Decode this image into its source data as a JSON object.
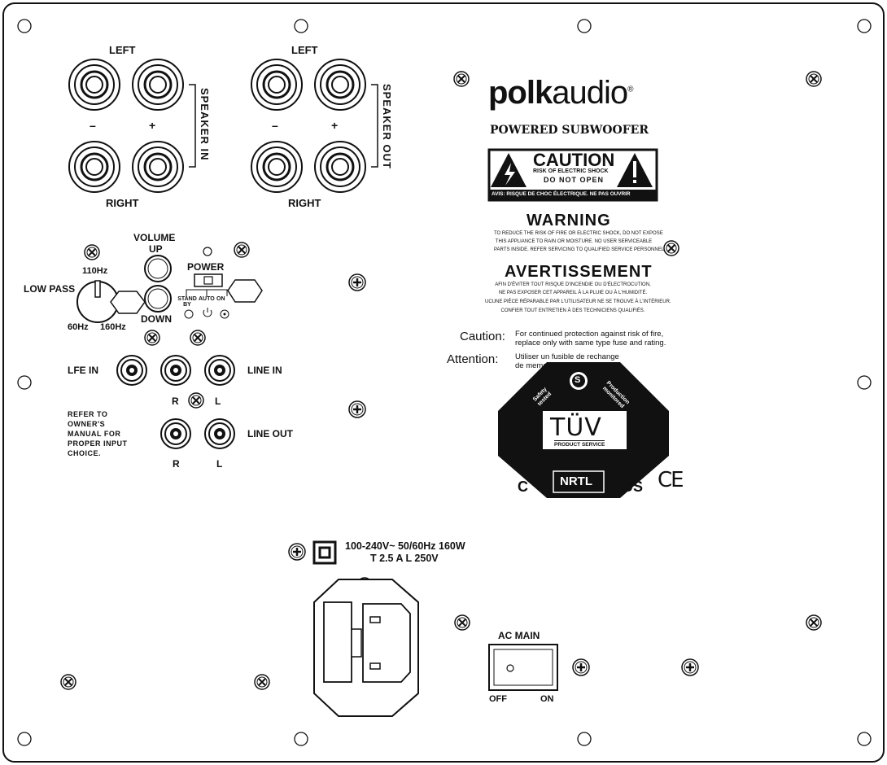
{
  "speaker_in": {
    "left_label": "LEFT",
    "right_label": "RIGHT",
    "minus": "–",
    "plus": "+",
    "side_label": "SPEAKER IN"
  },
  "speaker_out": {
    "left_label": "LEFT",
    "right_label": "RIGHT",
    "minus": "–",
    "plus": "+",
    "side_label": "SPEAKER OUT"
  },
  "brand": {
    "bold": "polk",
    "light": "audio",
    "mark": "®",
    "subtitle": "POWERED SUBWOOFER"
  },
  "caution_label": {
    "title": "CAUTION",
    "line1": "RISK OF ELECTRIC SHOCK",
    "line2": "DO NOT OPEN",
    "footer": "AVIS: RISQUE DE CHOC ÉLECTRIQUE. NE PAS OUVRIR"
  },
  "warning": {
    "title": "WARNING",
    "lines": [
      "TO REDUCE THE RISK OF FIRE OR ELECTRIC SHOCK, DO NOT EXPOSE",
      "THIS APPLIANCE TO RAIN OR MOISTURE. NO USER SERVICEABLE",
      "PARTS INSIDE. REFER SERVICING TO QUALIFIED SERVICE PERSONNEL."
    ]
  },
  "avertissement": {
    "title": "AVERTISSEMENT",
    "lines": [
      "AFIN D'ÉVITER TOUT RISQUE D'INCENDIE OU D'ÉLECTROCUTION,",
      "NE PAS EXPOSER CET APPAREIL À LA PLUIE OU À L'HUMIDITÉ.",
      "UCUNE PIÈCE RÉPARABLE PAR L'UTILISATEUR NE SE TROUVE À L'INTÉRIEUR.",
      "CONFIER TOUT ENTRETIEN À DES TECHNICIENS QUALIFIÉS."
    ]
  },
  "fuse_notice": {
    "caution_label": "Caution:",
    "caution_line1": "For continued protection against risk of fire,",
    "caution_line2": "replace only with same type fuse and rating.",
    "attention_label": "Attention:",
    "attention_line1": "Utiliser un fusible de rechange",
    "attention_line2": "de meme type et caliber."
  },
  "tuv": {
    "brand": "TÜV",
    "service": "PRODUCT SERVICE",
    "left_arc": "Safety tested",
    "right_arc": "Production monitored",
    "badge": "NRTL",
    "c": "C",
    "us": "US",
    "ce": "CE",
    "s_mark": "S"
  },
  "controls": {
    "volume": "VOLUME",
    "up": "UP",
    "down": "DOWN",
    "power": "POWER",
    "standby": "STAND BY",
    "auto": "AUTO",
    "on": "ON",
    "low_pass": "LOW PASS",
    "lp_mid": "110Hz",
    "lp_min": "60Hz",
    "lp_max": "160Hz"
  },
  "inputs": {
    "lfe_in": "LFE IN",
    "line_in": "LINE IN",
    "line_out": "LINE OUT",
    "r": "R",
    "l": "L",
    "r2": "R",
    "l2": "L",
    "note_lines": [
      "REFER TO",
      "OWNER'S",
      "MANUAL FOR",
      "PROPER INPUT",
      "CHOICE."
    ]
  },
  "power_rating": {
    "line1": "100-240V~ 50/60Hz 160W",
    "line2": "T 2.5 A L 250V"
  },
  "ac_main": {
    "label": "AC MAIN",
    "off": "OFF",
    "on": "ON"
  }
}
